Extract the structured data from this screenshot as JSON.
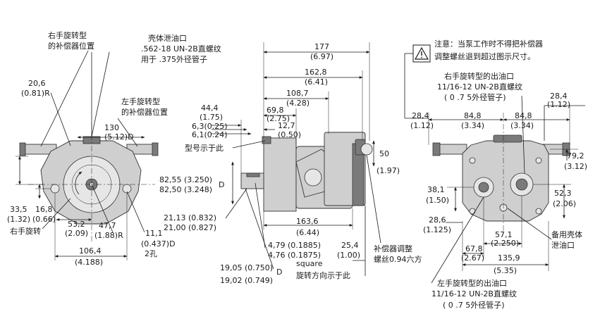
{
  "colors": {
    "line": "#1a1a1a",
    "part_fill": "#cfcfcf",
    "part_dark": "#7a7a7a",
    "warning_fill": "#ffffff"
  },
  "icons": {
    "warning": "warning-triangle-icon"
  },
  "left_view": {
    "rh_comp_l1": "右手旋转型",
    "rh_comp_l2": "的补偿器位置",
    "case_drain_l1": "壳体泄油口",
    "case_drain_l2": ".562-18 UN-2B直螺纹",
    "case_drain_l3": "用于 .375外径管子",
    "lh_comp_l1": "左手旋转型",
    "lh_comp_l2": "的补偿器位置",
    "radius_mm": "20,6",
    "radius_in": "(0.81)R",
    "dim130_mm": "130",
    "dim130_in": "(5.12)D",
    "dim33_mm": "33,5",
    "dim33_in": "(1.32)",
    "dim16_mm": "16,8",
    "dim16_in": "(0.66)",
    "rh_rot": "右手旋转",
    "dim53_mm": "53,2",
    "dim53_in": "(2.09)",
    "dim47_mm": "47,7",
    "dim47_in": "(1.88)R",
    "dim11_mm": "11,1",
    "dim11_in": "(0.437)D",
    "holes": "2孔",
    "dim106_mm": "106,4",
    "dim106_in": "(4.188)"
  },
  "side_view": {
    "d177_mm": "177",
    "d177_in": "(6.97)",
    "d162_mm": "162,8",
    "d162_in": "(6.41)",
    "d108_mm": "108,7",
    "d108_in": "(4.28)",
    "d69_mm": "69,8",
    "d69_in": "(2.75)",
    "d12_mm": "12,7",
    "d12_in": "(0.50)",
    "d44_mm": "44,4",
    "d44_in": "(1.75)",
    "d63": "6,3(0.25)",
    "d61": "6,1(0.24)",
    "model_label": "型号示于此",
    "d8255": "82,55 (3.250)",
    "d8250": "82,50 (3.248)",
    "d_suffix": "D",
    "d2113": "21,13 (0.832)",
    "d2100": "21,00 (0.827)",
    "d479": "4,79 (0.1885)",
    "d476": "4,76 (0.1875)",
    "square": "square",
    "d1905": "19,05 (0.750)",
    "d1902": "19,02 (0.749)",
    "d25_mm": "25,4",
    "d25_in": "(1.00)",
    "d163_mm": "163,6",
    "d163_in": "(6.44)",
    "d50_mm": "50",
    "d50_in": "(1.97)",
    "rot_dir": "旋转方向示于此",
    "comp_adj_l1": "补偿器调整",
    "comp_adj_l2": "螺丝0.94六方"
  },
  "right_view": {
    "note_l1": "注意：当泵工作时不得把补偿器",
    "note_l2": "调整螺丝退到超过图示尺寸。",
    "rh_out_l1": "右手旋转型的出油口",
    "rh_out_l2": "11/16-12 UN-2B直螺纹",
    "rh_out_l3": "( 0 .7 5外径管子)",
    "d284a_mm": "28,4",
    "d284a_in": "(1.12)",
    "d284b_mm": "28,4",
    "d284b_in": "(1.12)",
    "d848a_mm": "84,8",
    "d848a_in": "(3.34)",
    "d848b_mm": "84,8",
    "d848b_in": "(3.34)",
    "d79_mm": "79,2",
    "d79_in": "(3.12)",
    "d38_mm": "38,1",
    "d38_in": "(1.50)",
    "d52_mm": "52,3",
    "d52_in": "(2.06)",
    "d286_mm": "28,6",
    "d286_in": "(1.125)",
    "d57_mm": "57,1",
    "d57_in": "(2.250)",
    "spare_l1": "备用壳体",
    "spare_l2": "泄油口",
    "d67_mm": "67,8",
    "d67_in": "(2.67)",
    "d135_mm": "135,9",
    "d135_in": "(5.35)",
    "lh_out_l1": "左手旋转型的出油口",
    "lh_out_l2": "11/16-12 UN-2B直螺纹",
    "lh_out_l3": "( 0 .7 5外径管子)"
  }
}
